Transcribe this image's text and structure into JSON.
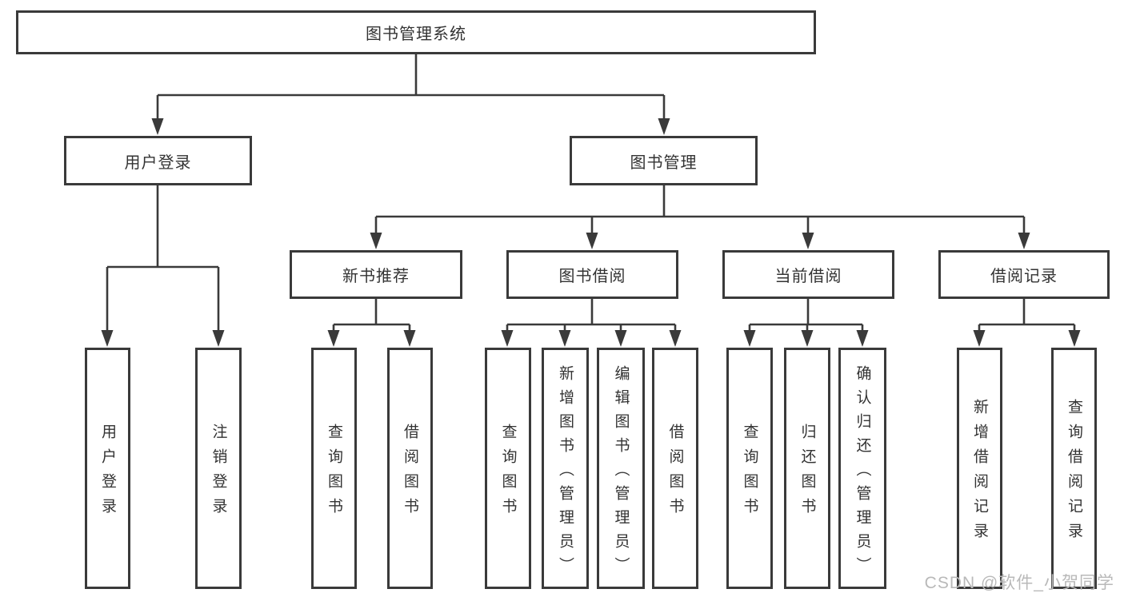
{
  "colors": {
    "line": "#3a3a3a",
    "box_border": "#3a3a3a",
    "text": "#333333",
    "background": "#ffffff",
    "watermark": "#b9b9b9"
  },
  "watermark": {
    "text": "CSDN @软件_小贺同学"
  },
  "tree": {
    "root": {
      "label": "图书管理系统"
    },
    "user_login": {
      "label": "用户登录",
      "children": [
        {
          "label": "用户登录"
        },
        {
          "label": "注销登录"
        }
      ]
    },
    "book_mgmt": {
      "label": "图书管理"
    },
    "new_books": {
      "label": "新书推荐",
      "children": [
        {
          "label": "查询图书"
        },
        {
          "label": "借阅图书"
        }
      ]
    },
    "borrowing": {
      "label": "图书借阅",
      "children": [
        {
          "label": "查询图书"
        },
        {
          "label": "新增图书（管理员）"
        },
        {
          "label": "编辑图书（管理员）"
        },
        {
          "label": "借阅图书"
        }
      ]
    },
    "current": {
      "label": "当前借阅",
      "children": [
        {
          "label": "查询图书"
        },
        {
          "label": "归还图书"
        },
        {
          "label": "确认归还（管理员）"
        }
      ]
    },
    "records": {
      "label": "借阅记录",
      "children": [
        {
          "label": "新增借阅记录"
        },
        {
          "label": "查询借阅记录"
        }
      ]
    }
  }
}
